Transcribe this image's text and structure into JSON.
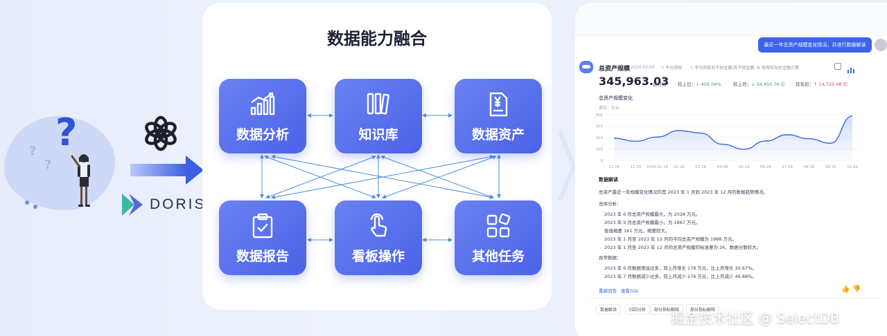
{
  "left": {
    "brand_name": "DORIS"
  },
  "center": {
    "title": "数据能力融合",
    "boxes": [
      {
        "label": "数据分析",
        "icon": "bar-chart-icon"
      },
      {
        "label": "知识库",
        "icon": "books-icon"
      },
      {
        "label": "数据资产",
        "icon": "yen-document-icon"
      },
      {
        "label": "数据报告",
        "icon": "clipboard-check-icon"
      },
      {
        "label": "看板操作",
        "icon": "tap-hand-icon"
      },
      {
        "label": "其他任务",
        "icon": "grid-shapes-icon"
      }
    ]
  },
  "chat": {
    "user_message": "最近一年总资产规模变化情况，并进行数据解读",
    "metric": {
      "name": "总资产规模",
      "date": "2024.03.09",
      "filters": [
        "平台授权",
        "平台供款的不同金额/百不同金额",
        "按授权加总金额计算"
      ],
      "value": "345,963.03",
      "unit": "百万亿",
      "comparisons": [
        {
          "label": "较上日：",
          "value": "↓ 456.04%",
          "color": "#2fa85a"
        },
        {
          "label": "较上月：",
          "value": "↓ 34,950.76 亿",
          "color": "#2fa85a"
        },
        {
          "label": "较年初：",
          "value": "↑ 14,725.48 亿",
          "color": "#e0464a"
        }
      ]
    },
    "chart_title": "总资产规模变化",
    "chart_unit": "单位：亿元",
    "chart_data": {
      "type": "area",
      "title": "总资产规模变化",
      "ylabel": "单位：亿元",
      "x": [
        "11.28",
        "12.28",
        "2024.01.28",
        "02.28",
        "03.28",
        "04.28",
        "05.28",
        "06.28",
        "07.28",
        "08.28",
        "09.28",
        "10.28"
      ],
      "values": [
        195,
        168,
        205,
        262,
        240,
        142,
        98,
        170,
        225,
        190,
        150,
        390
      ],
      "yticks": [
        0,
        100,
        200,
        300,
        400
      ],
      "ylim": [
        0,
        400
      ],
      "grid": true
    },
    "interpretation": {
      "heading": "数据解读",
      "intro": "总资产最近一年规模变化情况的是 2023 年 1 月到 2023 年 12 月的数据趋势情况。",
      "overall_heading": "总体分析：",
      "overall": [
        "2023 年 6 月总资产规模最大，为 2028 万元。",
        "2023 年 9 月总资产规模最小，为 1867 万元。",
        "极值相差 161 万元，相差较大。",
        "2023 年 1 月至 2023 年 12 月的平均总资产规模为 1988 万元。",
        "2023 年 1 月至 2023 年 12 月的总资产规模的标准差为 26，数据分散较大。"
      ],
      "anomaly_heading": "异常数据：",
      "anomalies": [
        "2023 年 6 月数据增加过多，较上月增长 178 万元，比上月增长 30.67%。",
        "2023 年 7 月数据减少过多，较上月减少 276 万元，比上月减少 46.88%。"
      ]
    },
    "links": [
      "重新回答",
      "查看SQL"
    ],
    "tabs": [
      "数据解读",
      "归因分析",
      "部分指标解释",
      "部分指标解释"
    ]
  },
  "watermark": "掘金技术社区 @ SelectDB"
}
